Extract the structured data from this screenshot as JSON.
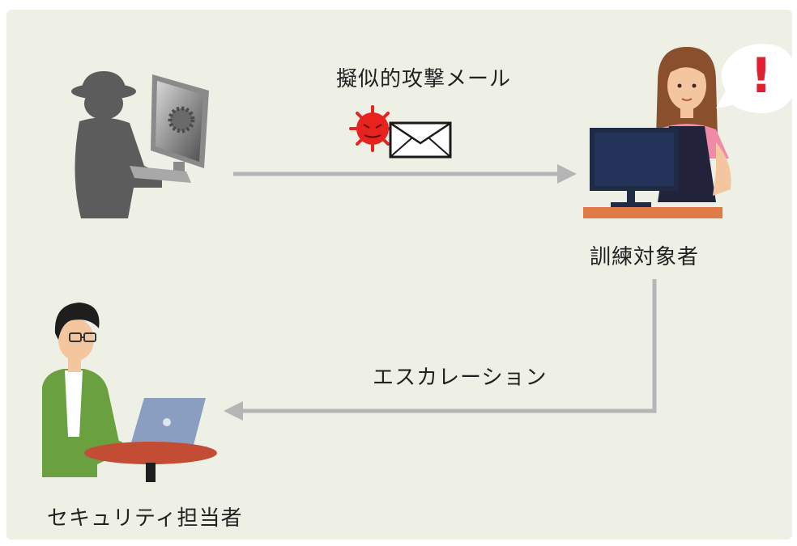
{
  "labels": {
    "mock_attack_mail": "擬似的攻撃メール",
    "trainee": "訓練対象者",
    "escalation": "エスカレーション",
    "security_staff": "セキュリティ担当者"
  },
  "alert": {
    "symbol": "!"
  },
  "colors": {
    "background": "#eef0e6",
    "arrow": "#b5b5b5",
    "alert": "#e02030",
    "virus": "#e8231f",
    "attacker": "#5c5c5c",
    "trainee_shirt": "#22223a",
    "security_jacket": "#6ba040",
    "desk": "#e07a48"
  },
  "icons": {
    "attacker": "hooded-hacker-at-computer-icon",
    "virus": "virus-icon",
    "mail": "envelope-icon",
    "trainee": "woman-at-desktop-icon",
    "security": "man-with-laptop-icon"
  }
}
